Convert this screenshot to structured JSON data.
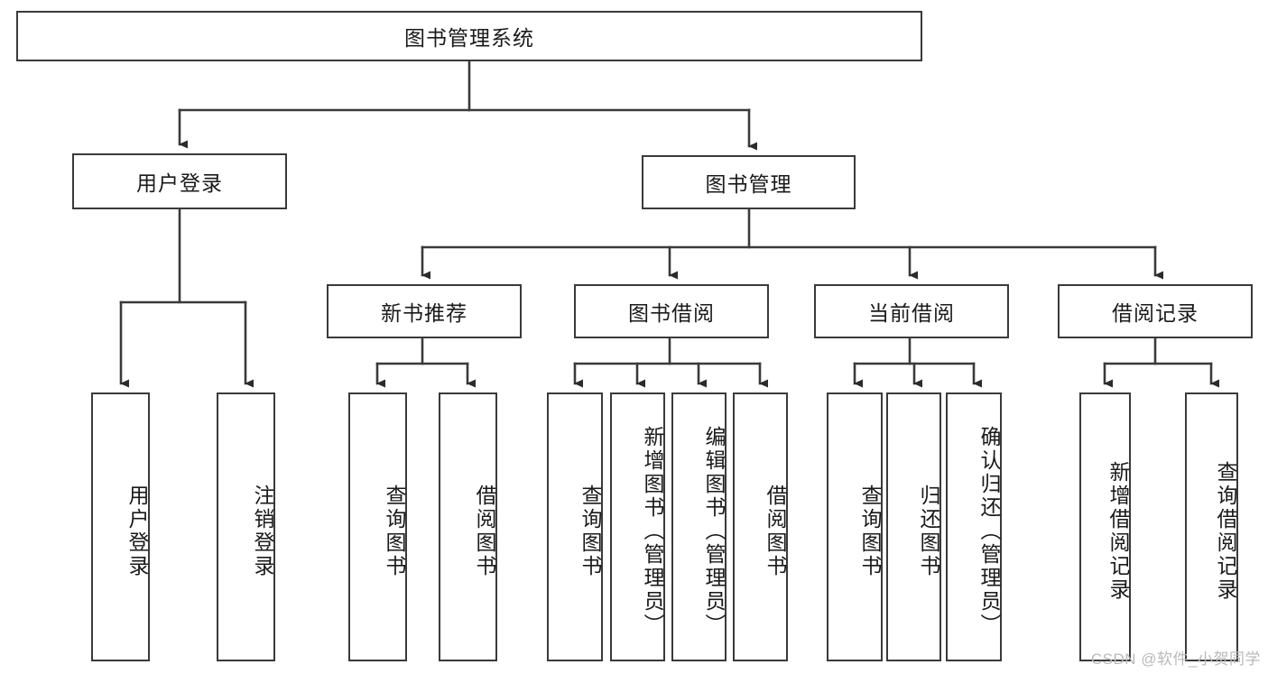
{
  "diagram": {
    "title": "图书管理系统",
    "type": "tree-hierarchy",
    "watermark": "CSDN @软件_小贺同学",
    "root": {
      "id": "root",
      "label": "图书管理系统"
    },
    "level2": [
      {
        "id": "user-login",
        "label": "用户登录"
      },
      {
        "id": "book-manage",
        "label": "图书管理"
      }
    ],
    "level3": [
      {
        "id": "new-book-recommend",
        "label": "新书推荐",
        "parent": "book-manage"
      },
      {
        "id": "book-borrow",
        "label": "图书借阅",
        "parent": "book-manage"
      },
      {
        "id": "current-borrow",
        "label": "当前借阅",
        "parent": "book-manage"
      },
      {
        "id": "borrow-record",
        "label": "借阅记录",
        "parent": "book-manage"
      }
    ],
    "leaves": [
      {
        "id": "leaf-user-login",
        "label": "用户登录",
        "parent": "user-login"
      },
      {
        "id": "leaf-logout-login",
        "label": "注销登录",
        "parent": "user-login"
      },
      {
        "id": "leaf-query-book-1",
        "label": "查询图书",
        "parent": "new-book-recommend"
      },
      {
        "id": "leaf-borrow-book-1",
        "label": "借阅图书",
        "parent": "new-book-recommend"
      },
      {
        "id": "leaf-query-book-2",
        "label": "查询图书",
        "parent": "book-borrow"
      },
      {
        "id": "leaf-add-book",
        "label": "新增图书（管理员）",
        "parent": "book-borrow"
      },
      {
        "id": "leaf-edit-book",
        "label": "编辑图书（管理员）",
        "parent": "book-borrow"
      },
      {
        "id": "leaf-borrow-book-2",
        "label": "借阅图书",
        "parent": "book-borrow"
      },
      {
        "id": "leaf-query-book-3",
        "label": "查询图书",
        "parent": "current-borrow"
      },
      {
        "id": "leaf-return-book",
        "label": "归还图书",
        "parent": "current-borrow"
      },
      {
        "id": "leaf-confirm-return",
        "label": "确认归还（管理员）",
        "parent": "current-borrow"
      },
      {
        "id": "leaf-add-record",
        "label": "新增借阅记录",
        "parent": "borrow-record"
      },
      {
        "id": "leaf-query-record",
        "label": "查询借阅记录",
        "parent": "borrow-record"
      }
    ],
    "colors": {
      "stroke": "#3a3a3a",
      "fill": "#ffffff",
      "text": "#1a1a1a",
      "watermark": "#b9b9b9"
    }
  }
}
